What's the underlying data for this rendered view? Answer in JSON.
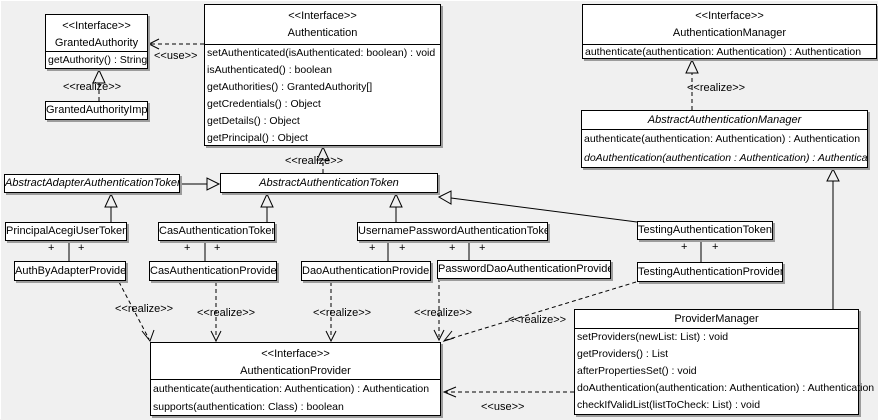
{
  "colors": {
    "background": "#f0f0f0",
    "box_fill": "#ffffff",
    "box_border": "#000000",
    "box_shadow": "#9c9c9c"
  },
  "symbols": {
    "plus": "+"
  },
  "edge_labels": {
    "use_granted_authority": "<<use>>",
    "realize_granted_authority_impl": "<<realize>>",
    "realize_abstract_authentication_token": "<<realize>>",
    "realize_abstract_authentication_manager": "<<realize>>",
    "realize_auth_by_adapter_provider": "<<realize>>",
    "realize_cas_provider": "<<realize>>",
    "realize_dao_provider": "<<realize>>",
    "realize_password_dao_provider": "<<realize>>",
    "realize_testing_provider": "<<realize>>",
    "use_provider_manager": "<<use>>"
  },
  "classes": {
    "granted_authority": {
      "stereotype": "<<Interface>>",
      "name": "GrantedAuthority",
      "methods": [
        "getAuthority() : String"
      ]
    },
    "granted_authority_impl": {
      "name": "GrantedAuthorityImpl"
    },
    "authentication": {
      "stereotype": "<<Interface>>",
      "name": "Authentication",
      "methods": [
        "setAuthenticated(isAuthenticated: boolean) : void",
        "isAuthenticated() : boolean",
        "getAuthorities() : GrantedAuthority[]",
        "getCredentials() : Object",
        "getDetails() : Object",
        "getPrincipal() : Object"
      ]
    },
    "authentication_manager": {
      "stereotype": "<<Interface>>",
      "name": "AuthenticationManager",
      "methods": [
        "authenticate(authentication: Authentication) : Authentication"
      ]
    },
    "abstract_authentication_manager": {
      "name": "AbstractAuthenticationManager",
      "methods": [
        "authenticate(authentication: Authentication) : Authentication",
        "doAuthentication(authentication : Authentication) : Authentication"
      ]
    },
    "abstract_adapter_authentication_token": {
      "name": "AbstractAdapterAuthenticationToken"
    },
    "abstract_authentication_token": {
      "name": "AbstractAuthenticationToken"
    },
    "principal_acegi_user_token": {
      "name": "PrincipalAcegiUserToken"
    },
    "cas_authentication_token": {
      "name": "CasAuthenticationToken"
    },
    "username_password_authentication_token": {
      "name": "UsernamePasswordAuthenticationToken"
    },
    "testing_authentication_token": {
      "name": "TestingAuthenticationToken"
    },
    "auth_by_adapter_provider": {
      "name": "AuthByAdapterProvider"
    },
    "cas_authentication_provider": {
      "name": "CasAuthenticationProvider"
    },
    "dao_authentication_provider": {
      "name": "DaoAuthenticationProvider"
    },
    "password_dao_authentication_provider": {
      "name": "PasswordDaoAuthenticationProvider"
    },
    "testing_authentication_provider": {
      "name": "TestingAuthenticationProvider"
    },
    "authentication_provider": {
      "stereotype": "<<Interface>>",
      "name": "AuthenticationProvider",
      "methods": [
        "authenticate(authentication: Authentication) : Authentication",
        "supports(authentication: Class) : boolean"
      ]
    },
    "provider_manager": {
      "name": "ProviderManager",
      "methods": [
        "setProviders(newList: List) : void",
        "getProviders() : List",
        "afterPropertiesSet() : void",
        "doAuthentication(authentication: Authentication) : Authentication",
        "checkIfValidList(listToCheck: List) : void"
      ]
    }
  }
}
